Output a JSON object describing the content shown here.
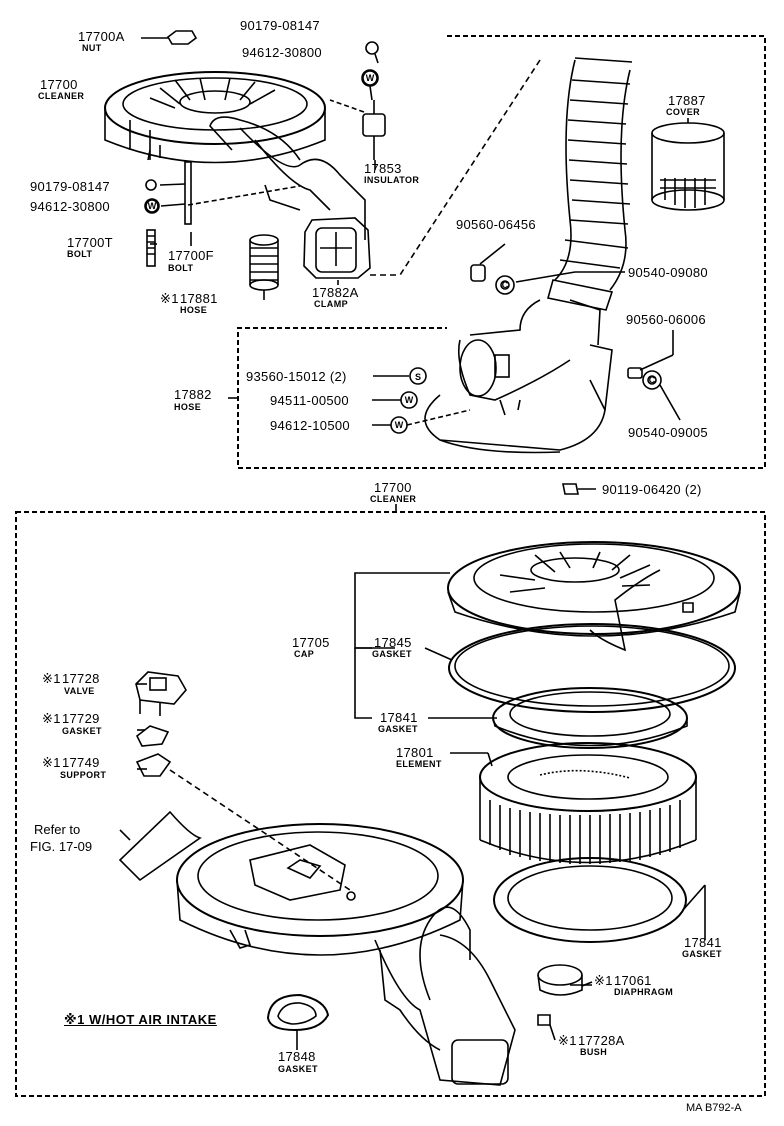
{
  "parts": {
    "p17700A": {
      "number": "17700A",
      "name": "NUT"
    },
    "p90179a": {
      "number": "90179-08147"
    },
    "p94612a": {
      "number": "94612-30800"
    },
    "p17700top": {
      "number": "17700",
      "name": "CLEANER"
    },
    "p17853": {
      "number": "17853",
      "name": "INSULATOR"
    },
    "p90179b": {
      "number": "90179-08147"
    },
    "p94612b": {
      "number": "94612-30800"
    },
    "p17700T": {
      "number": "17700T",
      "name": "BOLT"
    },
    "p17700F": {
      "number": "17700F",
      "name": "BOLT"
    },
    "p17881": {
      "number": "17881",
      "name": "HOSE",
      "mark": "※1"
    },
    "p17882A": {
      "number": "17882A",
      "name": "CLAMP"
    },
    "p17887": {
      "number": "17887",
      "name": "COVER"
    },
    "p90560_06456": {
      "number": "90560-06456"
    },
    "p90540_09080": {
      "number": "90540-09080"
    },
    "p90560_06006": {
      "number": "90560-06006"
    },
    "p93560": {
      "number": "93560-15012 (2)"
    },
    "p94511": {
      "number": "94511-00500"
    },
    "p94612c": {
      "number": "94612-10500"
    },
    "p17882": {
      "number": "17882",
      "name": "HOSE"
    },
    "p90540_09005": {
      "number": "90540-09005"
    },
    "p90119": {
      "number": "90119-06420 (2)"
    },
    "p17700mid": {
      "number": "17700",
      "name": "CLEANER"
    },
    "p17705": {
      "number": "17705",
      "name": "CAP"
    },
    "p17845": {
      "number": "17845",
      "name": "GASKET"
    },
    "p17728": {
      "number": "17728",
      "name": "VALVE",
      "mark": "※1"
    },
    "p17729": {
      "number": "17729",
      "name": "GASKET",
      "mark": "※1"
    },
    "p17841a": {
      "number": "17841",
      "name": "GASKET"
    },
    "p17801": {
      "number": "17801",
      "name": "ELEMENT"
    },
    "p17749": {
      "number": "17749",
      "name": "SUPPORT",
      "mark": "※1"
    },
    "p17841b": {
      "number": "17841",
      "name": "GASKET"
    },
    "p17061": {
      "number": "17061",
      "name": "DIAPHRAGM",
      "mark": "※1"
    },
    "p17728A": {
      "number": "17728A",
      "name": "BUSH",
      "mark": "※1"
    },
    "p17848": {
      "number": "17848",
      "name": "GASKET"
    }
  },
  "refer": {
    "line1": "Refer to",
    "line2": "FIG. 17-09"
  },
  "note": "※1 W/HOT AIR INTAKE",
  "washer_marks": {
    "w": "W",
    "s": "S",
    "c": "C"
  },
  "code": "MA B792-A"
}
